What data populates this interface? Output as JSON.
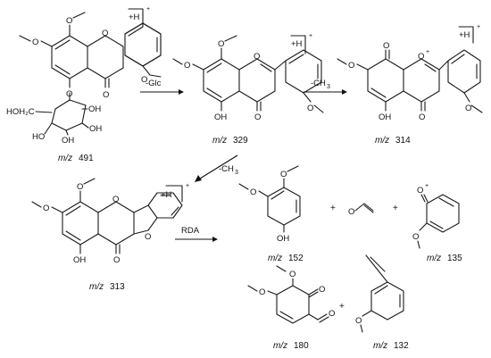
{
  "charge": {
    "bracket": "+H",
    "sign": "+"
  },
  "methyl_sub": "3",
  "mz_prefix": "m/z",
  "compounds": {
    "c491": {
      "mz": "491",
      "labels": {
        "hoh2c": "HOH₂C",
        "oh1": "OH",
        "oh2": "OH",
        "oh3": "HO",
        "oh4": "OH"
      }
    },
    "c329": {
      "mz": "329",
      "labels": {
        "oh": "OH"
      }
    },
    "c314": {
      "mz": "314",
      "labels": {
        "oh": "OH"
      }
    },
    "c313": {
      "mz": "313",
      "labels": {
        "oh": "OH"
      }
    },
    "c152": {
      "mz": "152",
      "labels": {
        "oh": "OH"
      }
    },
    "c135": {
      "mz": "135"
    },
    "c180": {
      "mz": "180"
    },
    "c132": {
      "mz": "132"
    }
  },
  "arrows": {
    "a1": "-Glc",
    "a2": "-CH",
    "a3": "-CH",
    "a4": "RDA"
  },
  "operators": {
    "plus1": "+",
    "plus2": "+",
    "plus3": "+"
  }
}
